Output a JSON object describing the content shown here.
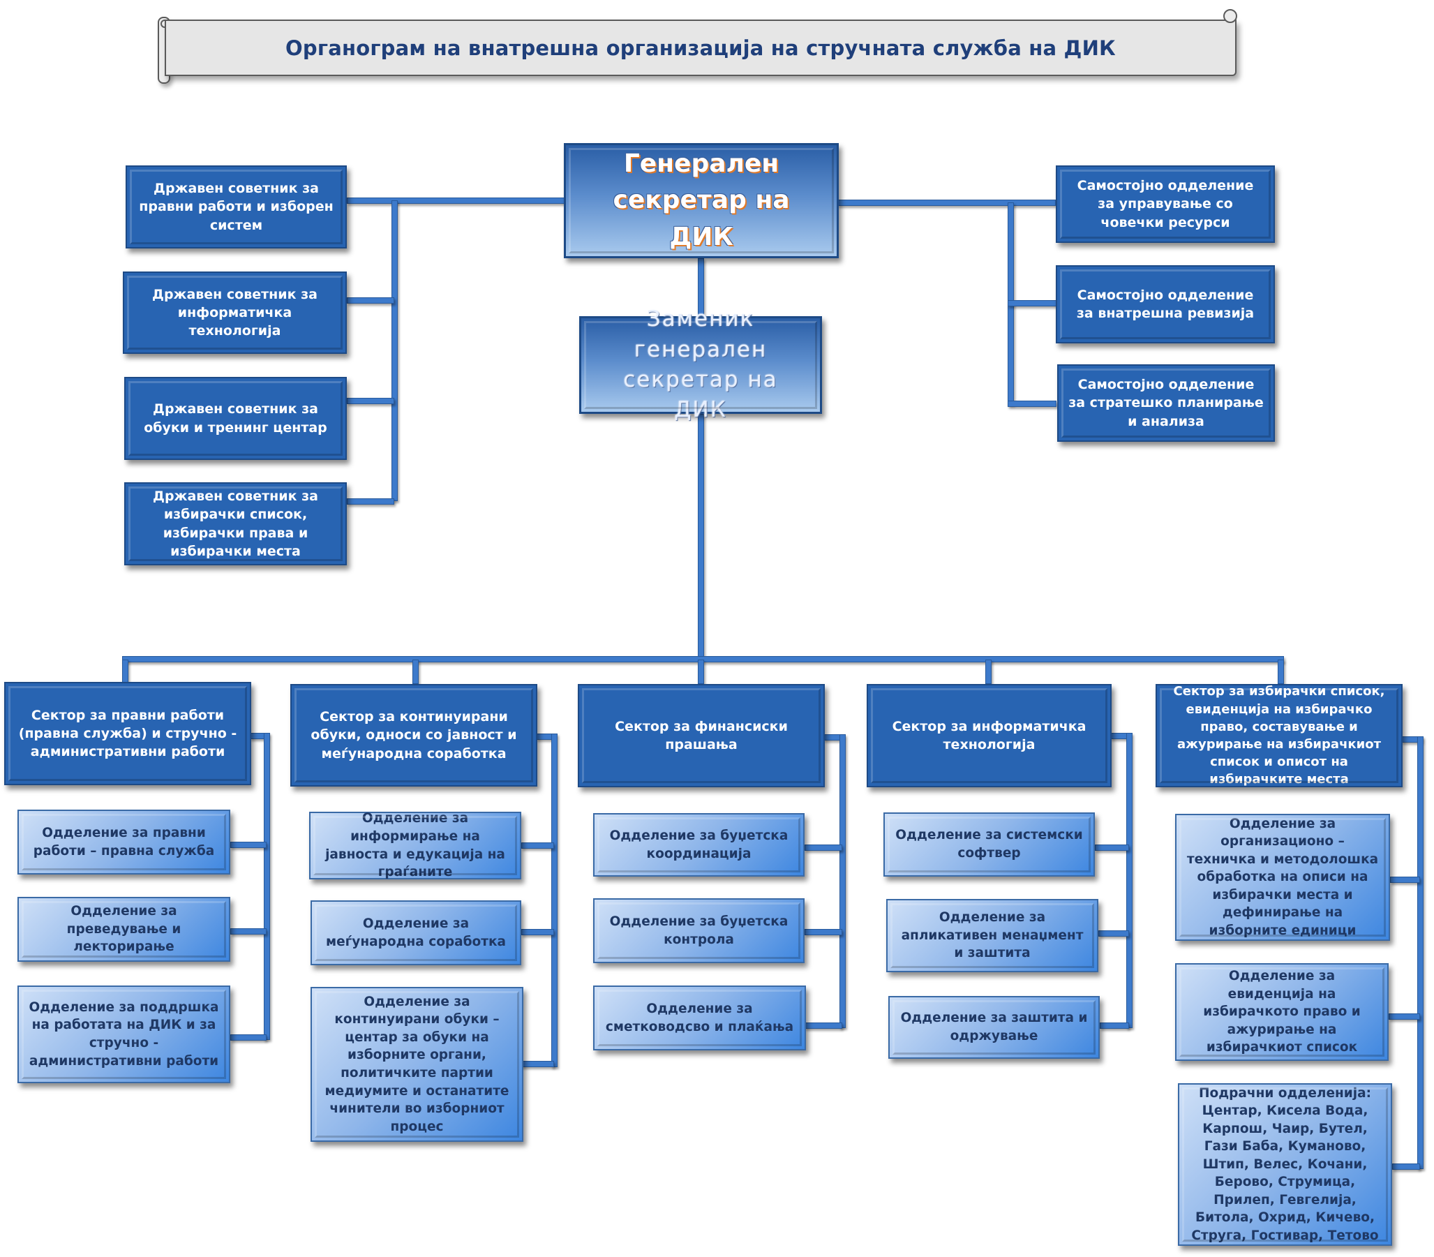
{
  "title": "Органограм на внатрешна организација на стручната служба на ДИК",
  "colors": {
    "title_text": "#1f3f7a",
    "banner_bg": "#e6e6e6",
    "dark_box": "#2864b2",
    "light_box_text": "#1f3864",
    "connector": "#3d7acb",
    "title_shadow_accent": "#e07a2a"
  },
  "top": {
    "general_secretary": "Генерален секретар на ДИК",
    "deputy": "Заменик генерален секретар на ДИК"
  },
  "left_advisors": [
    "Државен советник за правни работи и изборен систем",
    "Државен советник за информатичка технологија",
    "Државен советник за обуки и тренинг центар",
    "Државен советник за избирачки список, избирачки права и избирачки места"
  ],
  "right_units": [
    "Самостојно одделение за управување со човечки ресурси",
    "Самостојно одделение за внатрешна ревизија",
    "Самостојно одделение за стратешко планирање и анализа"
  ],
  "sectors": [
    {
      "name": "Сектор за правни работи (правна служба)  и стручно - административни работи",
      "units": [
        "Одделение за правни работи – правна служба",
        "Одделение за преведување и лекторирање",
        "Одделение за поддршка на работата на ДИК и за стручно - административни работи"
      ]
    },
    {
      "name": "Сектор за континуирани обуки, односи со јавност и меѓународна соработка",
      "units": [
        "Одделение за информирање на јавноста и едукација на граѓаните",
        "Одделение за меѓународна соработка",
        "Одделение за континуирани обуки – центар за обуки на изборните органи, политичките партии медиумите и останатите чинители во изборниот процес"
      ]
    },
    {
      "name": "Сектор за финансиски прашања",
      "units": [
        "Одделение за буџетска координација",
        "Одделение за буџетска контрола",
        "Одделение за сметководсво и плаќања"
      ]
    },
    {
      "name": "Сектор за информатичка технологија",
      "units": [
        "Одделение  за системски софтвер",
        "Одделение за апликативен менаџмент и заштита",
        "Одделение за заштита и одржување"
      ]
    },
    {
      "name": "Сектор за избирачки список, евиденција на избирачко право, составување и ажурирање на избирачкиот список и описот на избирачките места",
      "units": [
        "Одделение за организационо – техничка и методолошка обработка на описи на избирачки  места  и дефинирање на изборните единици",
        "Одделение за евиденција на избирачкото право и ажурирање на избирачкиот список",
        "Подрачни одделенија: Центар,  Кисела Вода, Карпош, Чаир, Бутел, Гази Баба, Куманово, Штип, Велес, Кочани, Берово, Струмица, Прилеп, Гевгелија, Битола, Охрид, Кичево, Струга, Гостивар, Тетово"
      ]
    }
  ]
}
